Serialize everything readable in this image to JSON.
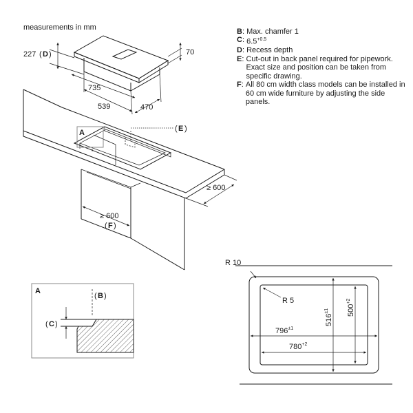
{
  "header": {
    "measurements": "measurements in mm"
  },
  "top_view": {
    "dims": {
      "d227": "227",
      "d_letter": "D",
      "d70": "70",
      "d735": "735",
      "d539": "539",
      "d470": "470"
    }
  },
  "notes": [
    {
      "key": "B",
      "text": "Max. chamfer 1",
      "sup": ""
    },
    {
      "key": "C",
      "text": "6.5",
      "sup": "+0.5"
    },
    {
      "key": "D",
      "text": "Recess depth",
      "sup": ""
    },
    {
      "key": "E",
      "text": "Cut-out in back panel required for pipework. Exact size and position can be taken from specific drawing.",
      "sup": ""
    },
    {
      "key": "F",
      "text": "All 80 cm width class models can be installed in 60 cm wide furniture by adjusting the side panels.",
      "sup": ""
    }
  ],
  "cabinet": {
    "detail_A": "A",
    "label_E": "E",
    "dim_600_right": "≥ 600",
    "dim_600_inner": "≥ 600",
    "label_F": "F"
  },
  "detail": {
    "title": "A",
    "label_B": "B",
    "label_C": "C"
  },
  "cutout": {
    "r10": "R 10",
    "r5": "R 5",
    "d796": "796",
    "d796_tol": "±1",
    "d780": "780",
    "d780_tol": "+2",
    "d516": "516",
    "d516_tol": "±1",
    "d500": "500",
    "d500_tol": "+2"
  },
  "colors": {
    "line": "#1a1a1a",
    "background": "#ffffff"
  }
}
